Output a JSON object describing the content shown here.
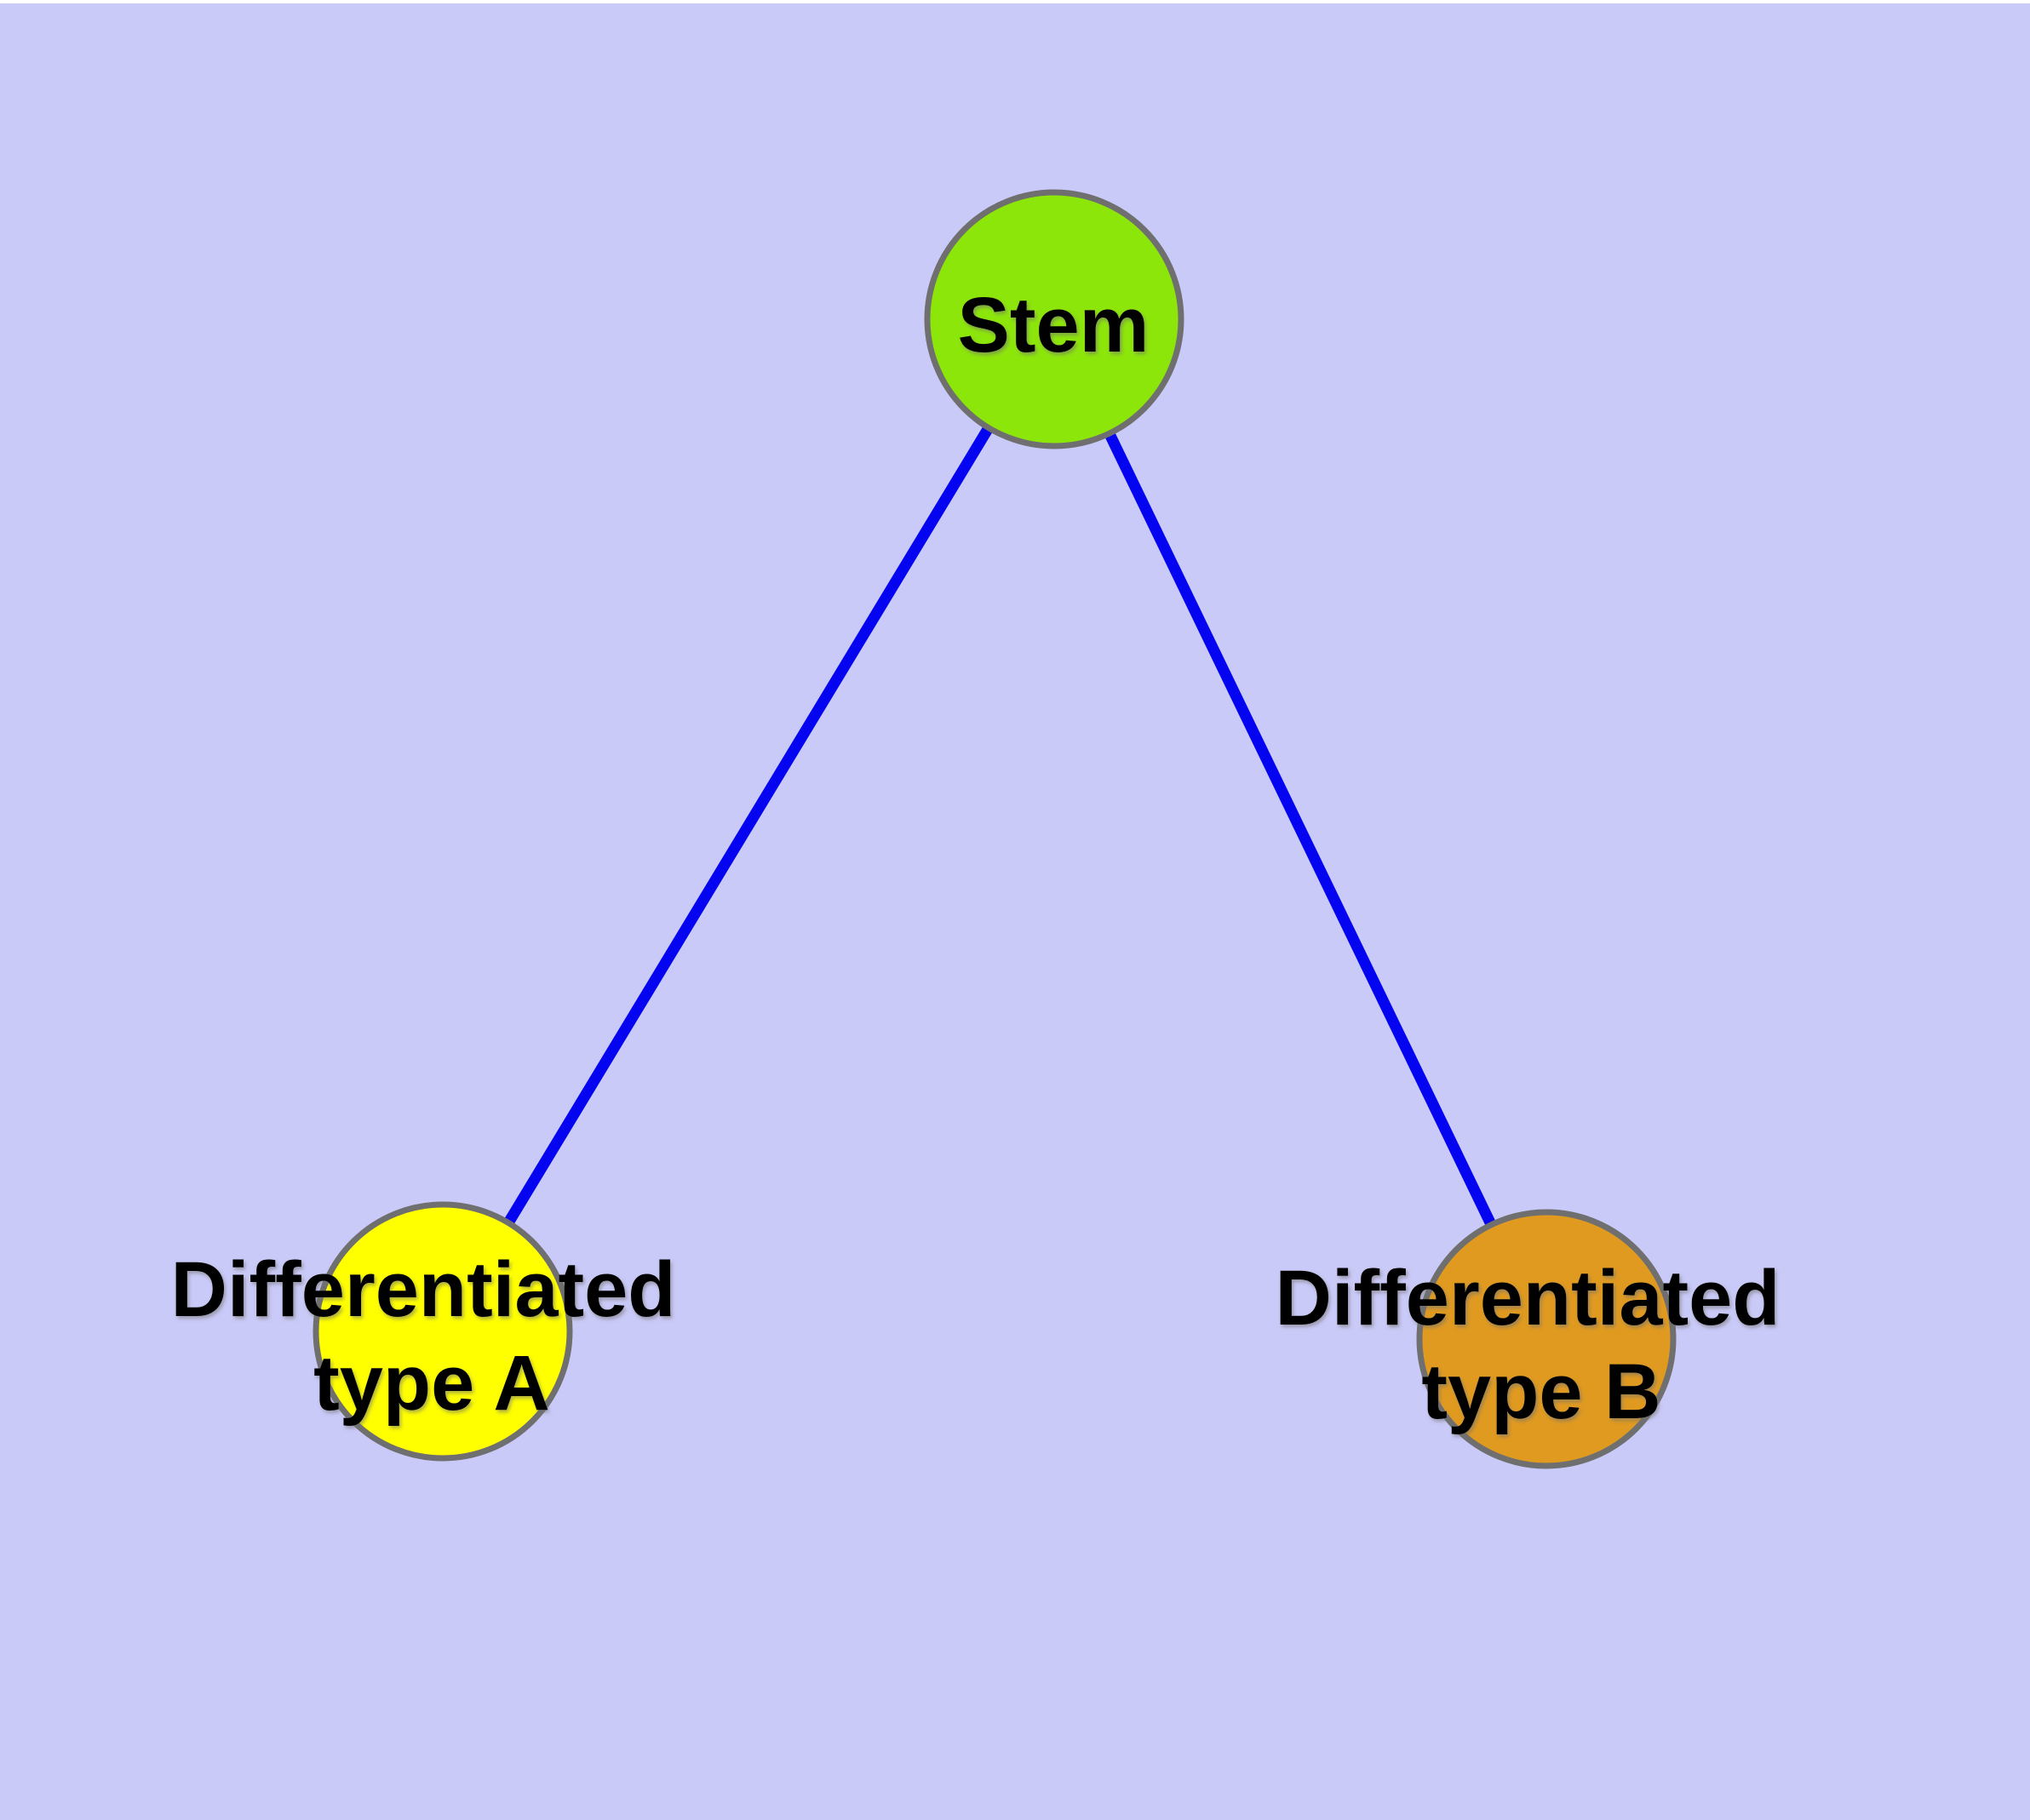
{
  "diagram": {
    "type": "node-link-graph",
    "description": "Stem cell differentiation tree with one root node and two child nodes",
    "colors": {
      "page_background": "#FFFFFF",
      "canvas_background": "#CACAF8",
      "edge": "#0404F0",
      "node_border": "#6F6F6F",
      "label_text": "#000000",
      "label_shadow": "#707070"
    },
    "nodes": [
      {
        "id": "stem",
        "label": "Stem",
        "fill": "#8DE60A"
      },
      {
        "id": "type-a",
        "label_line1": "Differentiated",
        "label_line2": "type A",
        "fill": "#FFFF00"
      },
      {
        "id": "type-b",
        "label_line1": "Differentiated",
        "label_line2": "type B",
        "fill": "#E09A20"
      }
    ],
    "edges": [
      {
        "from": "Stem",
        "to": "Differentiated type A"
      },
      {
        "from": "Stem",
        "to": "Differentiated type B"
      }
    ]
  }
}
